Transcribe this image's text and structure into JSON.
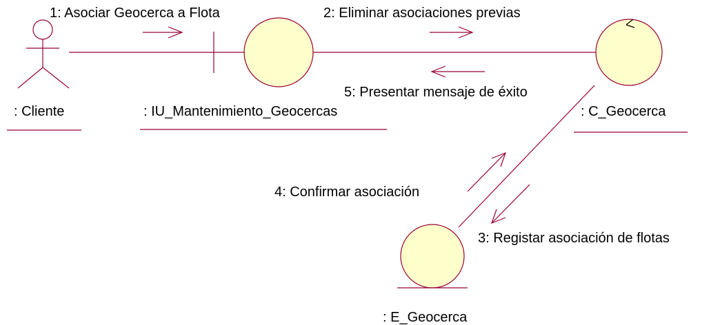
{
  "diagram": {
    "colors": {
      "line": "#990033",
      "fill": "#ffffcc",
      "text": "#000000"
    },
    "objects": {
      "actor": {
        "name": ": Cliente",
        "kind": "actor-icon"
      },
      "boundary": {
        "name": ": IU_Mantenimiento_Geocercas",
        "kind": "boundary-icon"
      },
      "control": {
        "name": ": C_Geocerca",
        "kind": "control-icon"
      },
      "entity": {
        "name": ": E_Geocerca",
        "kind": "entity-icon"
      }
    },
    "messages": [
      {
        "label": "1: Asociar Geocerca a Flota"
      },
      {
        "label": "2: Eliminar asociaciones previas"
      },
      {
        "label": "3: Registar asociación de flotas"
      },
      {
        "label": "4: Confirmar asociación"
      },
      {
        "label": "5: Presentar mensaje de éxito"
      }
    ]
  }
}
